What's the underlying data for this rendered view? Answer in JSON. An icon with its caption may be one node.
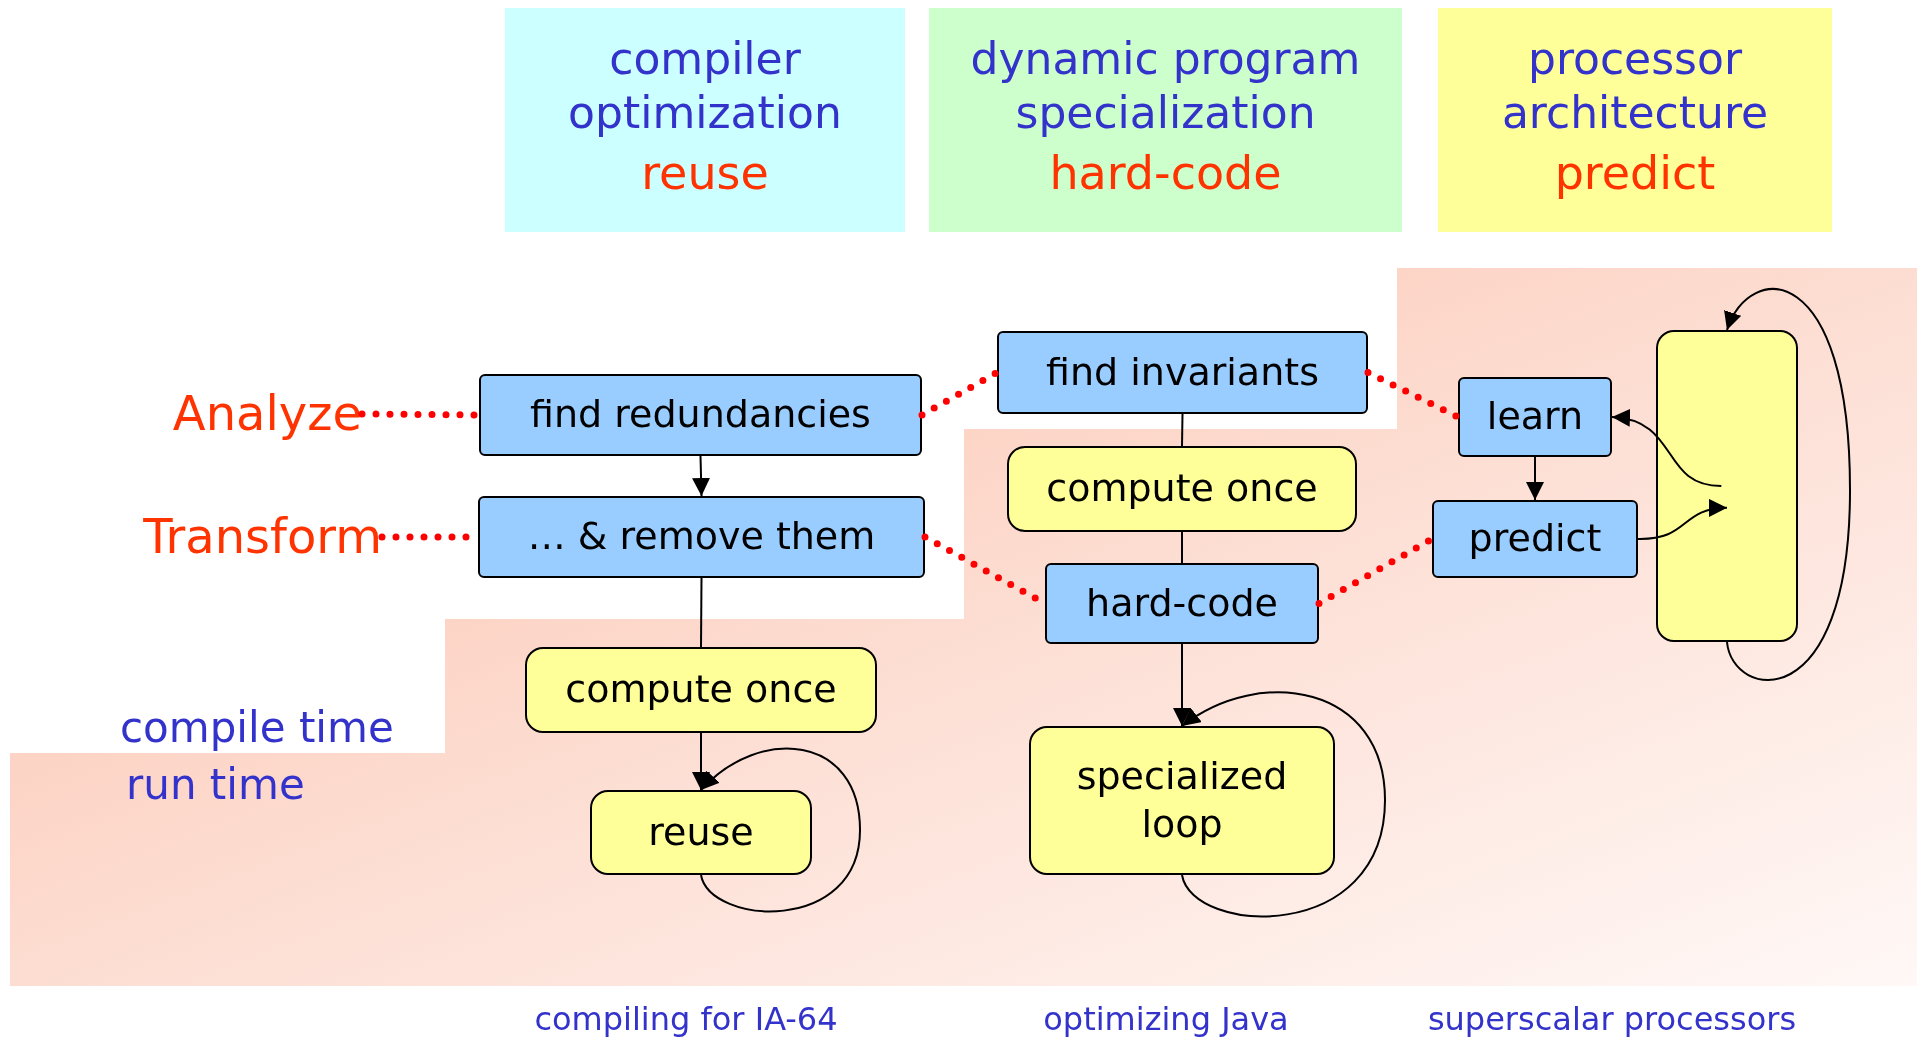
{
  "diagram": {
    "nodes": [
      {
        "text": [
          "compiler optimization",
          "reuse"
        ]
      },
      {
        "text": [
          "dynamic program specialization",
          "hard-code"
        ]
      },
      {
        "text": [
          "processor architecture",
          "predict"
        ]
      },
      {
        "text": [
          "Analyze"
        ]
      },
      {
        "text": [
          "Transform"
        ]
      },
      {
        "text": [
          "find redundancies"
        ]
      },
      {
        "text": [
          "… & remove them"
        ]
      },
      {
        "text": [
          "compute once"
        ]
      },
      {
        "text": [
          "reuse"
        ]
      },
      {
        "text": [
          "find invariants"
        ]
      },
      {
        "text": [
          "compute once"
        ]
      },
      {
        "text": [
          "hard-code"
        ]
      },
      {
        "text": [
          "specialized loop"
        ]
      },
      {
        "text": [
          "learn"
        ]
      },
      {
        "text": [
          "predict"
        ]
      },
      {
        "text": [],
        "shape": "box"
      }
    ],
    "edges": [
      {
        "from": 3,
        "to": 5,
        "arrow": "none",
        "style": "dashed",
        "color": "#ff0000"
      },
      {
        "from": 4,
        "to": 6,
        "arrow": "none",
        "style": "dashed",
        "color": "#ff0000"
      },
      {
        "from": 5,
        "to": 6,
        "arrow": "to"
      },
      {
        "from": 6,
        "to": 7,
        "arrow": "none"
      },
      {
        "from": 7,
        "to": 8,
        "arrow": "to"
      },
      {
        "from": 8,
        "to": 8,
        "arrow": "to"
      },
      {
        "from": 5,
        "to": 9,
        "arrow": "none",
        "style": "dashed",
        "color": "#ff0000"
      },
      {
        "from": 9,
        "to": 10,
        "arrow": "none"
      },
      {
        "from": 10,
        "to": 11,
        "arrow": "none"
      },
      {
        "from": 6,
        "to": 11,
        "arrow": "none",
        "style": "dashed",
        "color": "#ff0000"
      },
      {
        "from": 11,
        "to": 12,
        "arrow": "to"
      },
      {
        "from": 12,
        "to": 12,
        "arrow": "to"
      },
      {
        "from": 9,
        "to": 13,
        "arrow": "none",
        "style": "dashed",
        "color": "#ff0000"
      },
      {
        "from": 11,
        "to": 14,
        "arrow": "none",
        "style": "dashed",
        "color": "#ff0000"
      },
      {
        "from": 13,
        "to": 14,
        "arrow": "to"
      },
      {
        "from": 15,
        "to": 13,
        "arrow": "to"
      },
      {
        "from": 14,
        "to": 15,
        "arrow": "to"
      },
      {
        "from": 15,
        "to": 15,
        "arrow": "to"
      }
    ],
    "labels": [
      "compile time",
      "run time",
      "compiling for IA-64",
      "optimizing Java",
      "superscalar processors"
    ]
  }
}
